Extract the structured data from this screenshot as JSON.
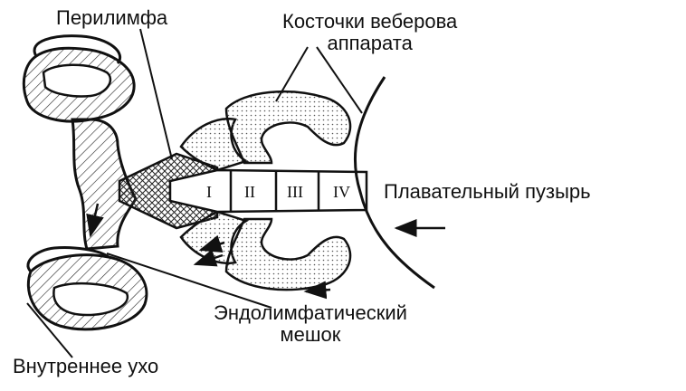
{
  "labels": {
    "perilymph": "Перилимфа",
    "ossicles_line1": "Косточки веберова",
    "ossicles_line2": "аппарата",
    "swim_bladder": "Плавательный пузырь",
    "endolymph_line1": "Эндолимфатический",
    "endolymph_line2": "мешок",
    "inner_ear": "Внутреннее ухо"
  },
  "vertebrae": [
    "I",
    "II",
    "III",
    "IV"
  ],
  "colors": {
    "ink": "#111111",
    "background": "#ffffff"
  }
}
